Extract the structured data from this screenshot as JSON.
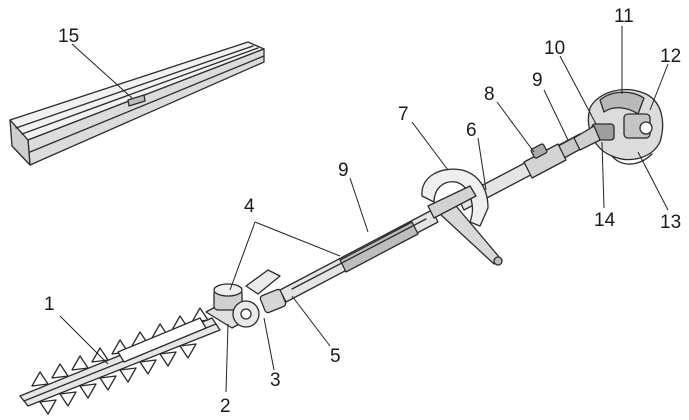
{
  "diagram": {
    "callouts": [
      {
        "id": "1",
        "label": "1"
      },
      {
        "id": "2",
        "label": "2"
      },
      {
        "id": "3",
        "label": "3"
      },
      {
        "id": "4",
        "label": "4"
      },
      {
        "id": "5",
        "label": "5"
      },
      {
        "id": "6",
        "label": "6"
      },
      {
        "id": "7",
        "label": "7"
      },
      {
        "id": "8",
        "label": "8"
      },
      {
        "id": "9a",
        "label": "9"
      },
      {
        "id": "9b",
        "label": "9"
      },
      {
        "id": "10",
        "label": "10"
      },
      {
        "id": "11",
        "label": "11"
      },
      {
        "id": "12",
        "label": "12"
      },
      {
        "id": "13",
        "label": "13"
      },
      {
        "id": "14",
        "label": "14"
      },
      {
        "id": "15",
        "label": "15"
      }
    ]
  }
}
